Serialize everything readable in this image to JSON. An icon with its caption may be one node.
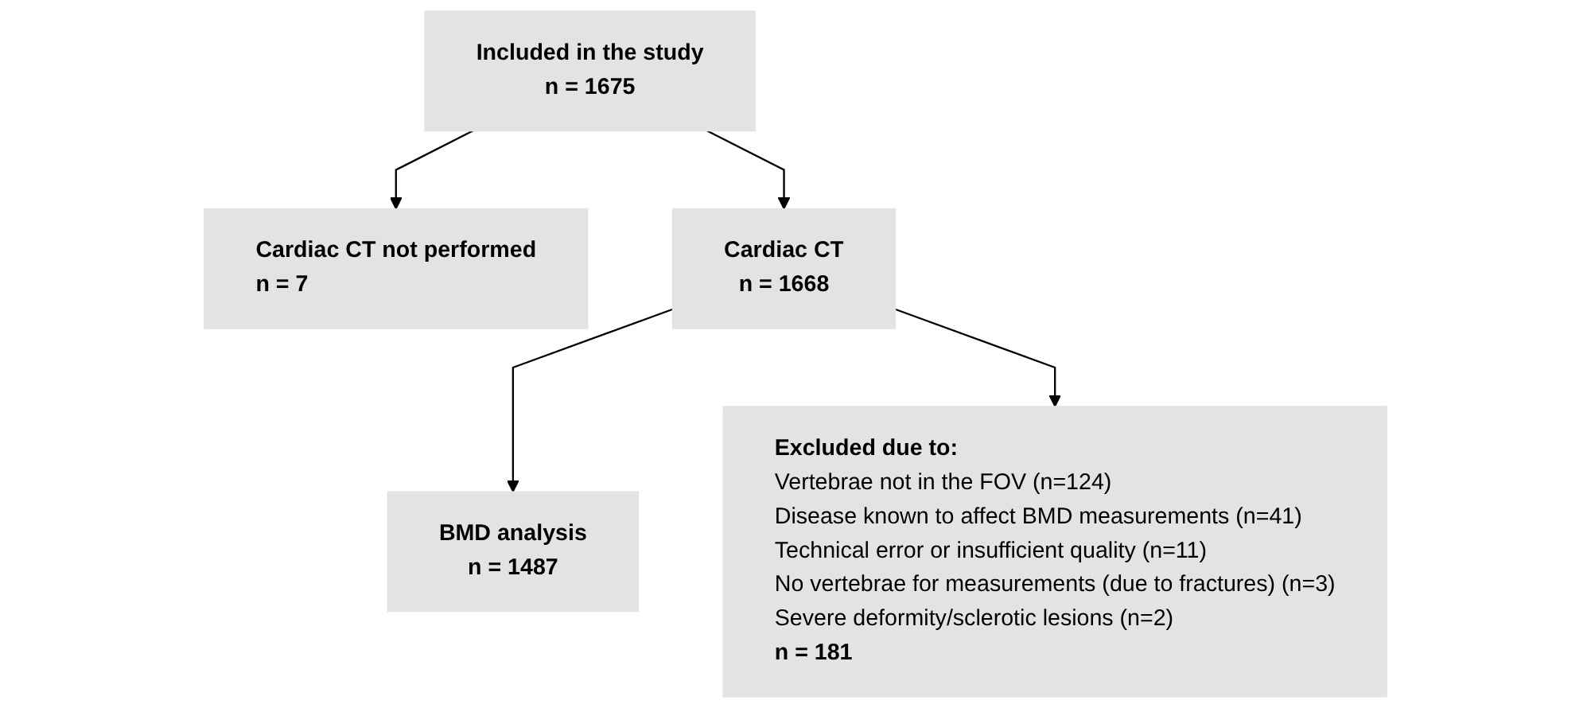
{
  "diagram": {
    "nodes": [
      {
        "text": [
          "Included in the study",
          "n = 1675"
        ]
      },
      {
        "text": [
          "Cardiac CT not performed",
          "n = 7"
        ]
      },
      {
        "text": [
          "Cardiac CT",
          "n = 1668"
        ]
      },
      {
        "text": [
          "Excluded due to:",
          "Vertebrae not in the FOV (n=124)",
          "Disease known to affect BMD measurements (n=41)",
          "Technical error or insufficient quality (n=11)",
          "No vertebrae for measurements (due to fractures) (n=3)",
          "Severe deformity/sclerotic lesions (n=2)",
          "n = 181"
        ]
      },
      {
        "text": [
          "BMD analysis",
          "n = 1487"
        ]
      }
    ],
    "edges": [
      {
        "from": 0,
        "to": 2,
        "arrow": "to"
      },
      {
        "from": 0,
        "to": 1,
        "arrow": "to"
      },
      {
        "from": 2,
        "to": 4,
        "arrow": "to"
      },
      {
        "from": 2,
        "to": 3,
        "arrow": "to"
      }
    ]
  }
}
